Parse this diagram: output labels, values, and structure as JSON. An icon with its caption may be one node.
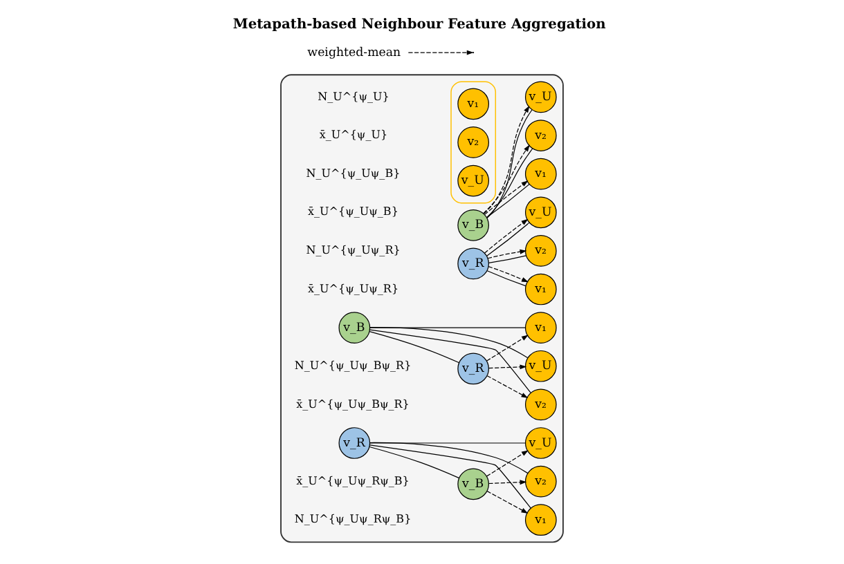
{
  "diagram": {
    "title": "Metapath-based Neighbour Feature Aggregation",
    "nodes": [
      {
        "text": [],
        "shape": "box"
      },
      {
        "text": [],
        "shape": "ellipse",
        "in": 0,
        "beside": [
          "N_U^{ψ_U}",
          "x̄_U^{ψ_U}"
        ]
      },
      {
        "text": [
          "v₁"
        ],
        "in": 1
      },
      {
        "text": [
          "v₂"
        ],
        "in": 1
      },
      {
        "text": [
          "v_U"
        ],
        "in": 1
      },
      {
        "text": [
          "v_B"
        ],
        "in": 0,
        "beside": [
          "N_U^{ψ_Uψ_B}",
          "x̄_U^{ψ_Uψ_B}"
        ]
      },
      {
        "text": [
          "v₁"
        ],
        "in": 0
      },
      {
        "text": [
          "v₂"
        ],
        "in": 0
      },
      {
        "text": [
          "v_U"
        ],
        "in": 0
      },
      {
        "text": [
          "v_R"
        ],
        "in": 0,
        "beside": [
          "N_U^{ψ_Uψ_R}",
          "x̄_U^{ψ_Uψ_R}"
        ]
      },
      {
        "text": [
          "v₁"
        ],
        "in": 0
      },
      {
        "text": [
          "v₂"
        ],
        "in": 0
      },
      {
        "text": [
          "v_U"
        ],
        "in": 0
      },
      {
        "text": [
          "v_B"
        ],
        "in": 0
      },
      {
        "text": [
          "v_R"
        ],
        "in": 0,
        "beside": [
          "x̄_U^{ψ_Uψ_Bψ_R}",
          "N_U^{ψ_Uψ_Bψ_R}"
        ]
      },
      {
        "text": [
          "v₁"
        ],
        "in": 0
      },
      {
        "text": [
          "v₂"
        ],
        "in": 0
      },
      {
        "text": [
          "v_U"
        ],
        "in": 0
      },
      {
        "text": [
          "v_B"
        ],
        "in": 0,
        "beside": [
          "N_U^{ψ_Uψ_Rψ_B}",
          "x̄_U^{ψ_Uψ_Rψ_B}"
        ]
      },
      {
        "text": [
          "v_R"
        ],
        "in": 0
      },
      {
        "text": [
          "v₁"
        ],
        "in": 0
      },
      {
        "text": [
          "v₂"
        ],
        "in": 0
      },
      {
        "text": [
          "v_U"
        ],
        "in": 0
      }
    ],
    "edges": [
      {
        "from": 5,
        "to": 6,
        "arrow": "none"
      },
      {
        "from": 5,
        "to": 7,
        "arrow": "none"
      },
      {
        "from": 5,
        "to": 8,
        "arrow": "none"
      },
      {
        "from": 5,
        "to": 6,
        "arrow": "to",
        "style": "dashed"
      },
      {
        "from": 5,
        "to": 7,
        "arrow": "to",
        "style": "dashed"
      },
      {
        "from": 5,
        "to": 8,
        "arrow": "to",
        "style": "dashed"
      },
      {
        "from": 9,
        "to": 10,
        "arrow": "none"
      },
      {
        "from": 9,
        "to": 11,
        "arrow": "none"
      },
      {
        "from": 9,
        "to": 12,
        "arrow": "none"
      },
      {
        "from": 9,
        "to": 10,
        "arrow": "to",
        "style": "dashed"
      },
      {
        "from": 9,
        "to": 11,
        "arrow": "to",
        "style": "dashed"
      },
      {
        "from": 9,
        "to": 12,
        "arrow": "to",
        "style": "dashed"
      },
      {
        "from": 13,
        "to": 15,
        "arrow": "none"
      },
      {
        "from": 13,
        "to": 16,
        "arrow": "none"
      },
      {
        "from": 13,
        "to": 17,
        "arrow": "none"
      },
      {
        "from": 13,
        "to": 14,
        "arrow": "none"
      },
      {
        "from": 14,
        "to": 15,
        "arrow": "to",
        "style": "dashed"
      },
      {
        "from": 14,
        "to": 16,
        "arrow": "to",
        "style": "dashed"
      },
      {
        "from": 14,
        "to": 17,
        "arrow": "to",
        "style": "dashed"
      },
      {
        "from": 19,
        "to": 18,
        "arrow": "none"
      },
      {
        "from": 19,
        "to": 20,
        "arrow": "none"
      },
      {
        "from": 19,
        "to": 21,
        "arrow": "none"
      },
      {
        "from": 19,
        "to": 22,
        "arrow": "none"
      },
      {
        "from": 18,
        "to": 20,
        "arrow": "to",
        "style": "dashed"
      },
      {
        "from": 18,
        "to": 21,
        "arrow": "to",
        "style": "dashed"
      },
      {
        "from": 18,
        "to": 22,
        "arrow": "to",
        "style": "dashed"
      }
    ],
    "legend": [
      {
        "text": "weighted-mean"
      }
    ]
  }
}
